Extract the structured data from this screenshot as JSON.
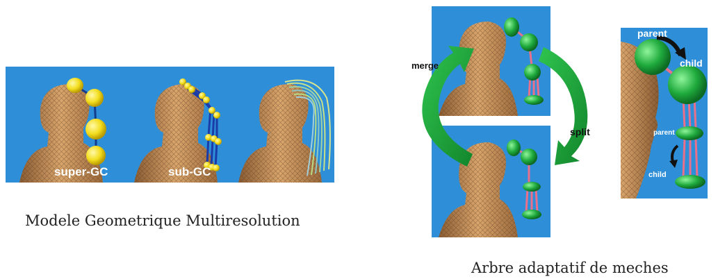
{
  "left_figure": {
    "labels": {
      "super_gc": "super-GC",
      "sub_gc": "sub-GC"
    },
    "caption": "Modele Geometrique Multiresolution"
  },
  "right_figure": {
    "labels": {
      "merge": "merge",
      "split": "split",
      "parent_top": "parent",
      "child_top": "child",
      "parent_bottom": "parent",
      "child_bottom": "child"
    },
    "caption": "Arbre adaptatif de meches"
  },
  "colors": {
    "background": "#2e8fd8",
    "skin": "#c7935c",
    "yellow": "#f3dd1e",
    "green": "#1faa3d",
    "link_red": "#e8708a",
    "arrow_green": "#1faa3d"
  }
}
